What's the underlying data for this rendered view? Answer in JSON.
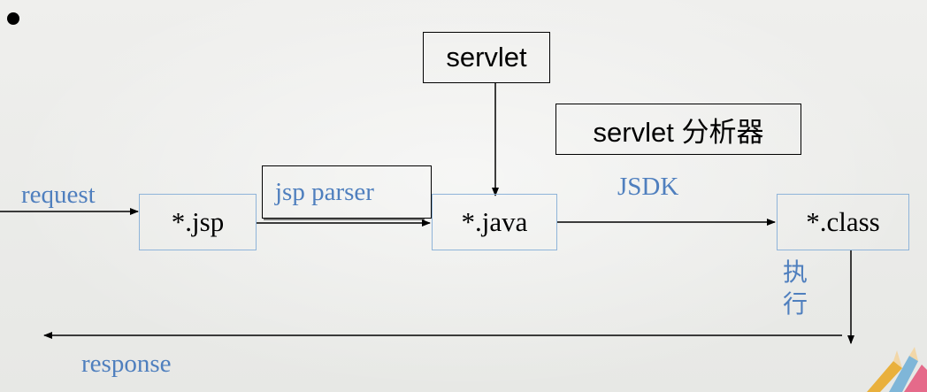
{
  "nodes": {
    "servlet": "servlet",
    "servlet_analyzer": "servlet 分析器",
    "jsp": "*.jsp",
    "jsp_parser": "jsp parser",
    "java": "*.java",
    "class": "*.class"
  },
  "labels": {
    "request": "request",
    "jsdk": "JSDK",
    "execute_1": "执",
    "execute_2": "行",
    "response": "response"
  },
  "colors": {
    "blue_text": "#4f7fbe",
    "blue_border": "#8fb4d9",
    "line": "#000000"
  }
}
